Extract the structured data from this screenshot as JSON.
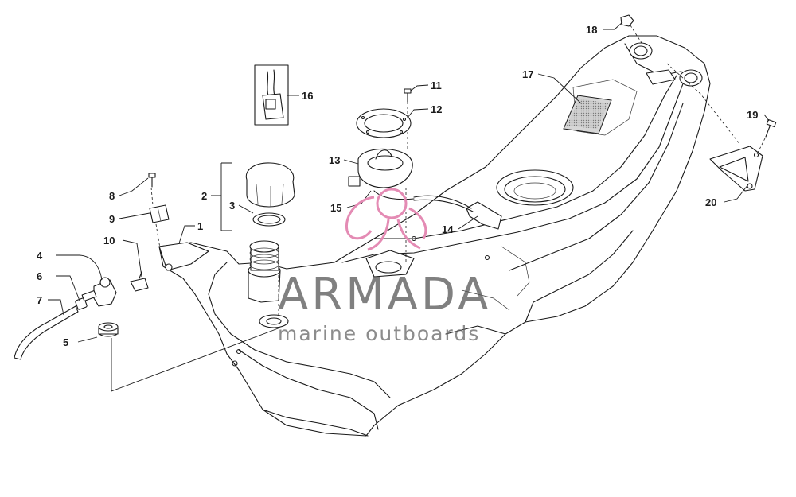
{
  "callouts": {
    "c1": "1",
    "c2": "2",
    "c3": "3",
    "c4": "4",
    "c5": "5",
    "c6": "6",
    "c7": "7",
    "c8": "8",
    "c9": "9",
    "c10": "10",
    "c11": "11",
    "c12": "12",
    "c13": "13",
    "c14": "14",
    "c15": "15",
    "c16": "16",
    "c17": "17",
    "c18": "18",
    "c19": "19",
    "c20": "20"
  },
  "watermark": {
    "brand": "ARMADA",
    "tagline": "marine outboards",
    "logo_color": "#e48bb4",
    "text_color": "#555555"
  }
}
